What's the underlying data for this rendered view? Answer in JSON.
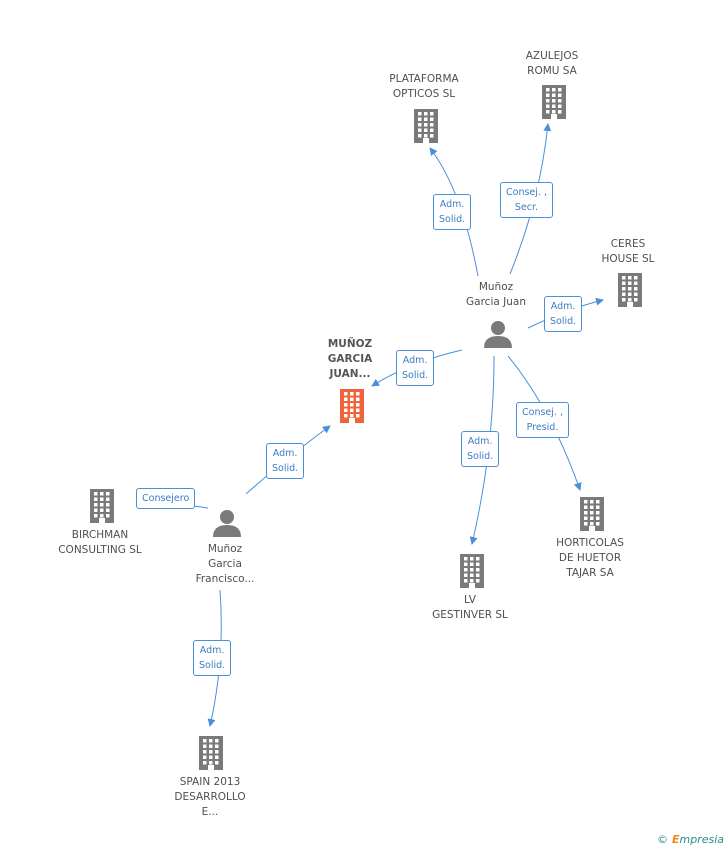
{
  "colors": {
    "edge": "#4a90d9",
    "building": "#7a7a7a",
    "building_main": "#f0643c",
    "person": "#7a7a7a"
  },
  "nodes": {
    "plataforma": {
      "label": "PLATAFORMA\nOPTICOS SL",
      "icon": "building-icon"
    },
    "azulejos": {
      "label": "AZULEJOS\nROMU SA",
      "icon": "building-icon"
    },
    "ceres": {
      "label": "CERES\nHOUSE SL",
      "icon": "building-icon"
    },
    "munoz_juan": {
      "label": "Muñoz\nGarcia Juan",
      "icon": "person-icon"
    },
    "main": {
      "label": "MUÑOZ\nGARCIA\nJUAN...",
      "icon": "building-icon"
    },
    "birchman": {
      "label": "BIRCHMAN\nCONSULTING SL",
      "icon": "building-icon"
    },
    "munoz_francisco": {
      "label": "Muñoz\nGarcia\nFrancisco...",
      "icon": "person-icon"
    },
    "lv": {
      "label": "LV\nGESTINVER SL",
      "icon": "building-icon"
    },
    "horticolas": {
      "label": "HORTICOLAS\nDE HUETOR\nTAJAR SA",
      "icon": "building-icon"
    },
    "spain": {
      "label": "SPAIN 2013\nDESARROLLO\nE...",
      "icon": "building-icon"
    }
  },
  "edges": {
    "juan_plataforma": "Adm.\nSolid.",
    "juan_azulejos": "Consej. ,\nSecr.",
    "juan_ceres": "Adm.\nSolid.",
    "juan_main": "Adm.\nSolid.",
    "juan_lv": "Adm.\nSolid.",
    "juan_horticolas": "Consej. ,\nPresid.",
    "francisco_main": "Adm.\nSolid.",
    "francisco_birchman": "Consejero",
    "francisco_spain": "Adm.\nSolid."
  },
  "footer": {
    "copyright": "©",
    "brand_first": "E",
    "brand_rest": "mpresia"
  }
}
